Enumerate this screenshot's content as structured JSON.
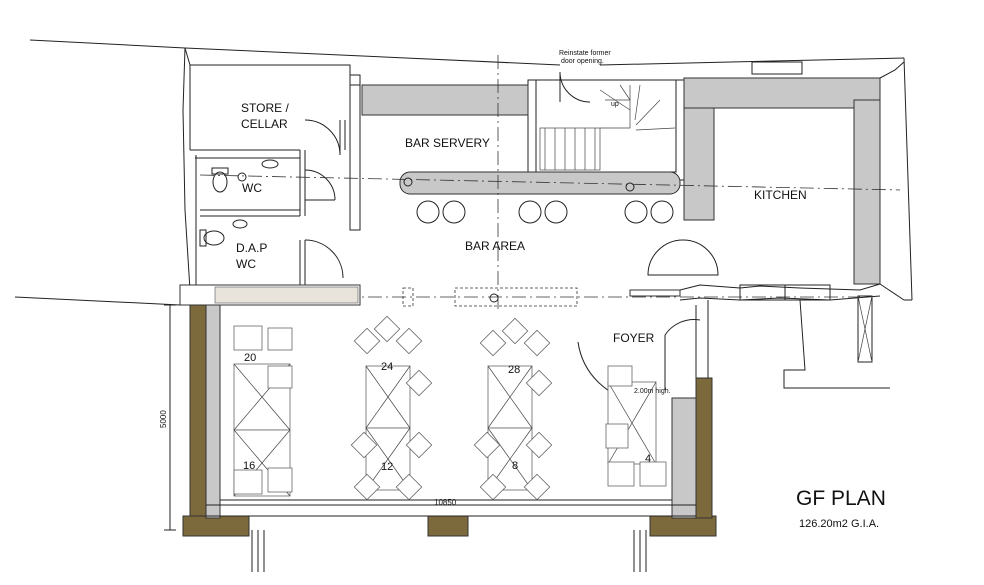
{
  "plan": {
    "title": "GF PLAN",
    "area": "126.20m2 G.I.A.",
    "note": "Reinstate former door opening.",
    "rooms": {
      "store_cellar": [
        "STORE /",
        "CELLAR"
      ],
      "wc": "WC",
      "dap_wc": [
        "D.A.P",
        "WC"
      ],
      "bar_servery": "BAR SERVERY",
      "bar_area": "BAR AREA",
      "kitchen": "KITCHEN",
      "foyer": "FOYER"
    },
    "stair_label": "up",
    "headroom": "2.00m high.",
    "dimensions": {
      "width": "10850",
      "depth": "5000"
    },
    "table_numbers": [
      "20",
      "16",
      "24",
      "12",
      "28",
      "8",
      "4"
    ]
  }
}
